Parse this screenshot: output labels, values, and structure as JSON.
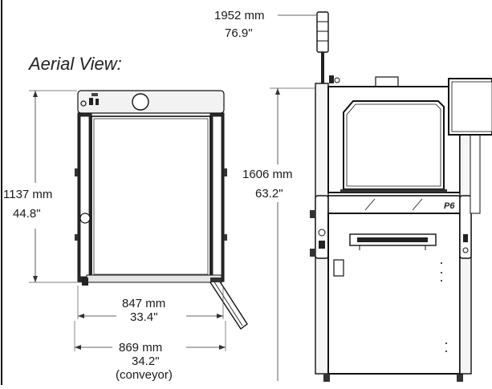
{
  "view_title": "Aerial View:",
  "dimensions": {
    "total_height": {
      "mm": "1952 mm",
      "inch": "76.9\""
    },
    "cabinet_height": {
      "mm": "1606 mm",
      "inch": "63.2\""
    },
    "depth": {
      "mm": "1137 mm",
      "inch": "44.8\""
    },
    "width": {
      "mm": "847 mm",
      "inch": "33.4\""
    },
    "conveyor_width": {
      "mm": "869 mm",
      "inch": "34.2\"",
      "note": "(conveyor)"
    }
  },
  "machine_label": "P6"
}
